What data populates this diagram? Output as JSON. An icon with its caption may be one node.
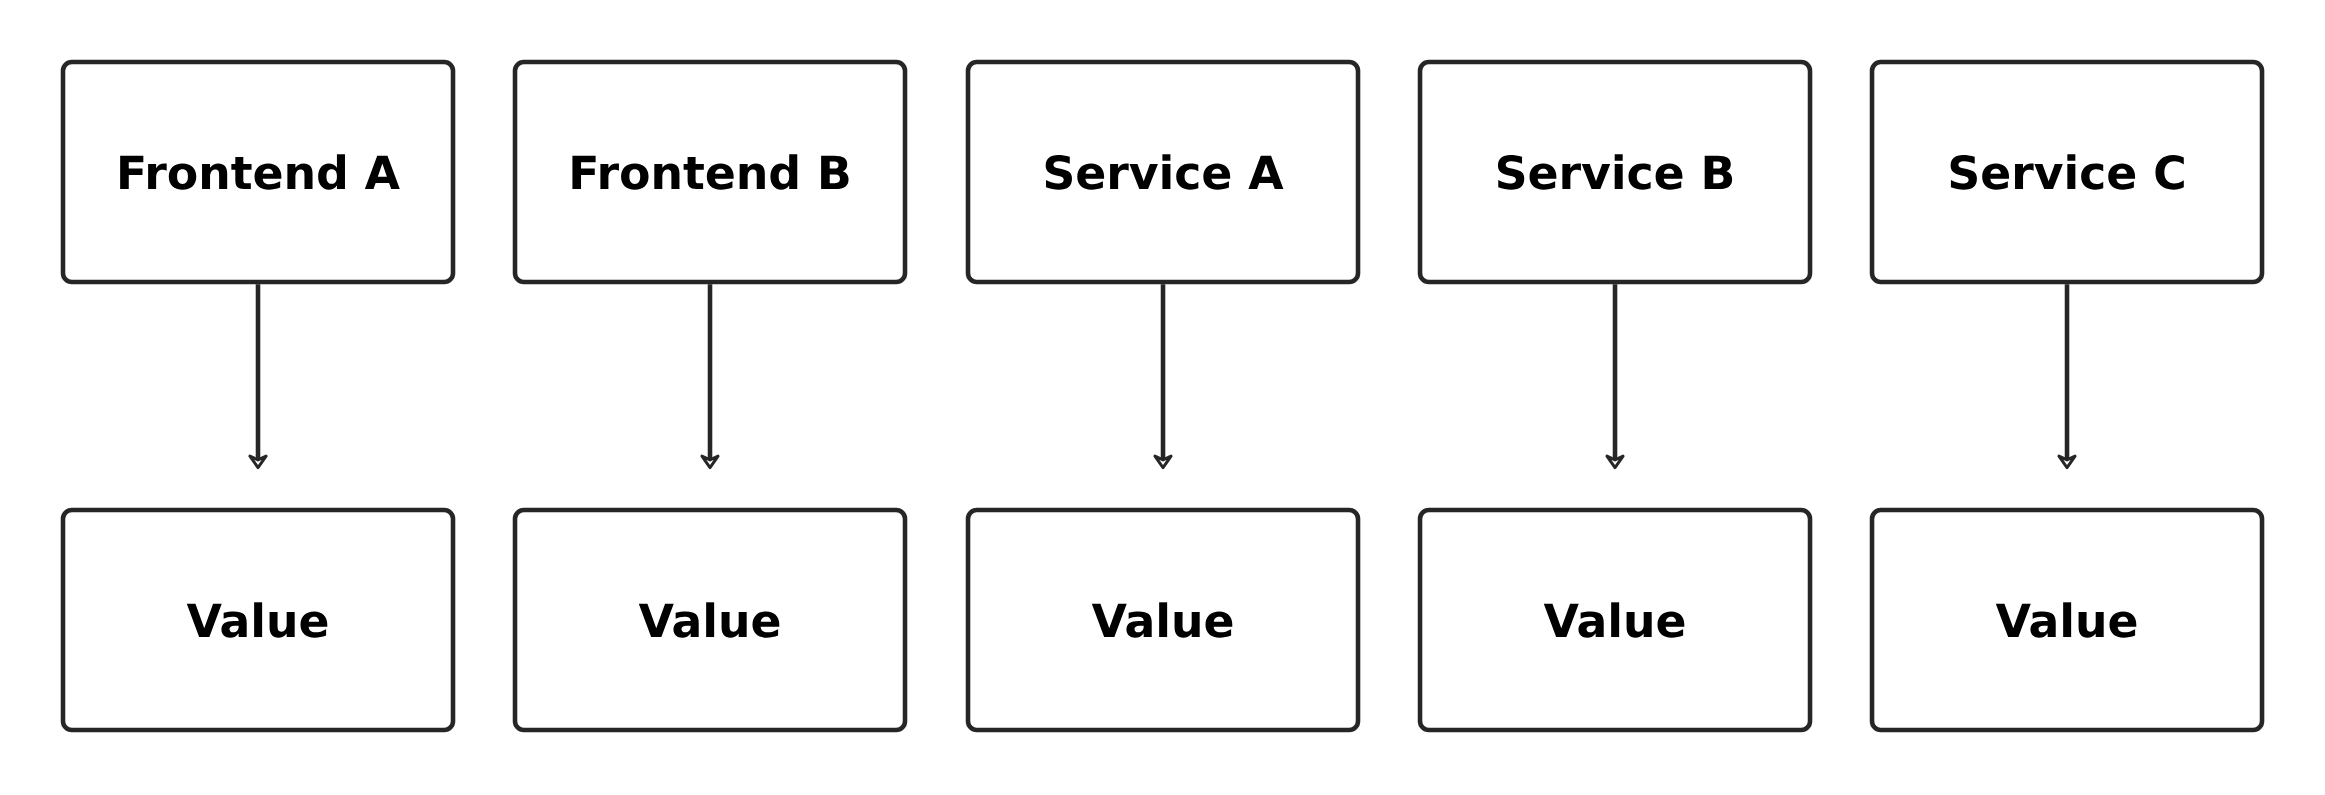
{
  "diagram": {
    "nodes": [
      {
        "text": [
          "Frontend A"
        ]
      },
      {
        "text": [
          "Frontend B"
        ]
      },
      {
        "text": [
          "Service A"
        ]
      },
      {
        "text": [
          "Service B"
        ]
      },
      {
        "text": [
          "Service C"
        ]
      },
      {
        "text": [
          "Value"
        ]
      },
      {
        "text": [
          "Value"
        ]
      },
      {
        "text": [
          "Value"
        ]
      },
      {
        "text": [
          "Value"
        ]
      },
      {
        "text": [
          "Value"
        ]
      }
    ],
    "edges": [
      {
        "from": 0,
        "to": 5,
        "arrow": "to"
      },
      {
        "from": 1,
        "to": 6,
        "arrow": "to"
      },
      {
        "from": 2,
        "to": 7,
        "arrow": "to"
      },
      {
        "from": 3,
        "to": 8,
        "arrow": "to"
      },
      {
        "from": 4,
        "to": 9,
        "arrow": "to"
      }
    ]
  }
}
